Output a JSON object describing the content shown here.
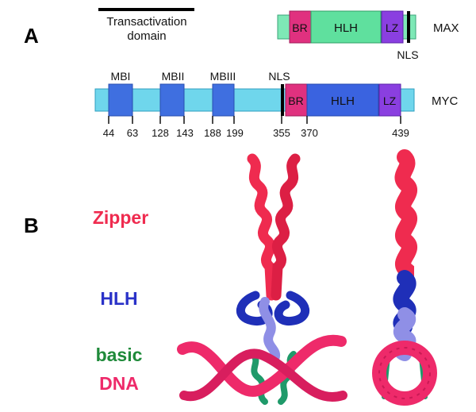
{
  "panel_a": {
    "letter": "A",
    "transactivation": {
      "line1": "Transactivation",
      "line2": "domain"
    },
    "max": {
      "name": "MAX",
      "domains": {
        "br": "BR",
        "hlh": "HLH",
        "lz": "LZ"
      },
      "nls": "NLS"
    },
    "myc": {
      "name": "MYC",
      "mb_labels": [
        "MBI",
        "MBII",
        "MBIII"
      ],
      "nls": "NLS",
      "domains": {
        "br": "BR",
        "hlh": "HLH",
        "lz": "LZ"
      },
      "positions": [
        "44",
        "63",
        "128",
        "143",
        "188",
        "199",
        "355",
        "370",
        "439"
      ]
    }
  },
  "panel_b": {
    "letter": "B",
    "labels": {
      "zipper": "Zipper",
      "hlh": "HLH",
      "basic": "basic",
      "dna": "DNA"
    }
  },
  "colors": {
    "max_bar": "#7ee8b6",
    "max_hlh": "#5fe09e",
    "myc_bar": "#6fd6ec",
    "mb_box": "#3f6fe0",
    "br": "#e0317f",
    "hlh": "#3a63e0",
    "lz": "#8a3fe0",
    "zipper_red": "#ef2b4f",
    "helix_blue": "#1f2fb8",
    "helix_lavender": "#8f8fe6",
    "basic_green": "#1f8a3a",
    "dna_pink": "#ee2a6a"
  }
}
